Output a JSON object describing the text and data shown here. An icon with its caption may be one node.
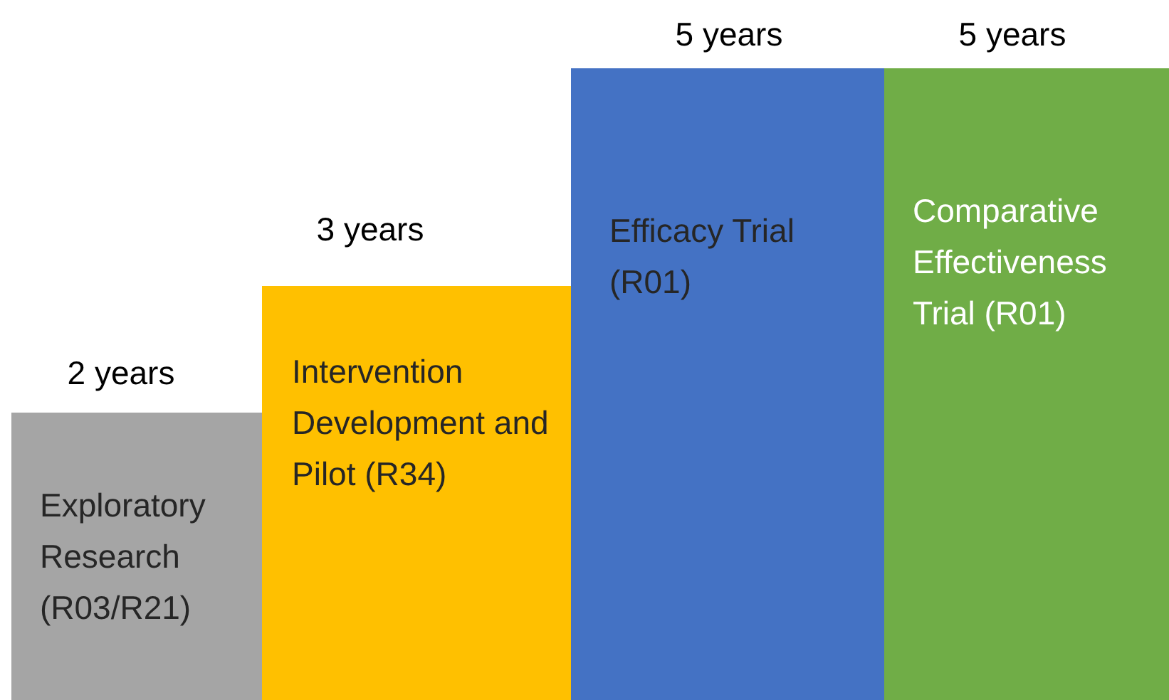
{
  "diagram": {
    "nodes": [
      {
        "text": [
          "Exploratory Research (R03/R21)"
        ],
        "beside": [
          "2 years"
        ]
      },
      {
        "text": [
          "Intervention Development and Pilot (R34)"
        ],
        "beside": [
          "3 years"
        ]
      },
      {
        "text": [
          "Efficacy Trial (R01)"
        ],
        "beside": [
          "5 years"
        ]
      },
      {
        "text": [
          "Comparative Effectiveness Trial (R01)"
        ],
        "beside": [
          "5 years"
        ]
      }
    ]
  }
}
